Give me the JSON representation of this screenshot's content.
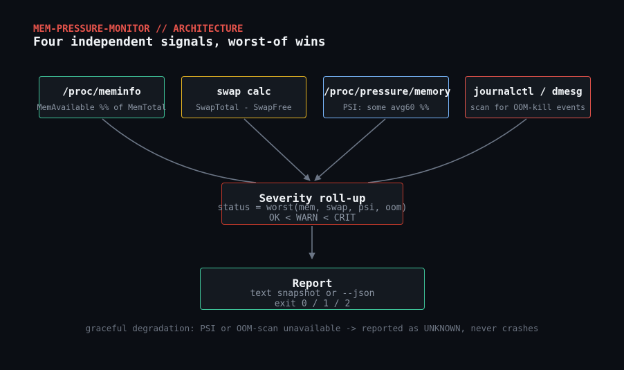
{
  "header": {
    "eyebrow": "MEM-PRESSURE-MONITOR // ARCHITECTURE",
    "title": "Four independent signals, worst-of wins"
  },
  "sources": [
    {
      "id": "meminfo",
      "title": "/proc/meminfo",
      "subtitle": "MemAvailable %% of MemTotal",
      "color": "#3fc59a"
    },
    {
      "id": "swap",
      "title": "swap calc",
      "subtitle": "SwapTotal - SwapFree",
      "color": "#e6b422"
    },
    {
      "id": "pressure",
      "title": "/proc/pressure/memory",
      "subtitle": "PSI: some avg60 %%",
      "color": "#79b8ff"
    },
    {
      "id": "journal",
      "title": "journalctl / dmesg",
      "subtitle": "scan for OOM-kill events",
      "color": "#e5534b"
    }
  ],
  "rollup": {
    "title": "Severity roll-up",
    "line1": "status = worst(mem, swap, psi, oom)",
    "line2": "OK < WARN < CRIT",
    "color": "#c0392b"
  },
  "report": {
    "title": "Report",
    "line1": "text snapshot or --json",
    "line2": "exit 0 / 1 / 2",
    "color": "#3fc59a"
  },
  "footnote": "graceful degradation: PSI or OOM-scan unavailable -> reported as UNKNOWN, never crashes",
  "edge_color": "#6b7585"
}
